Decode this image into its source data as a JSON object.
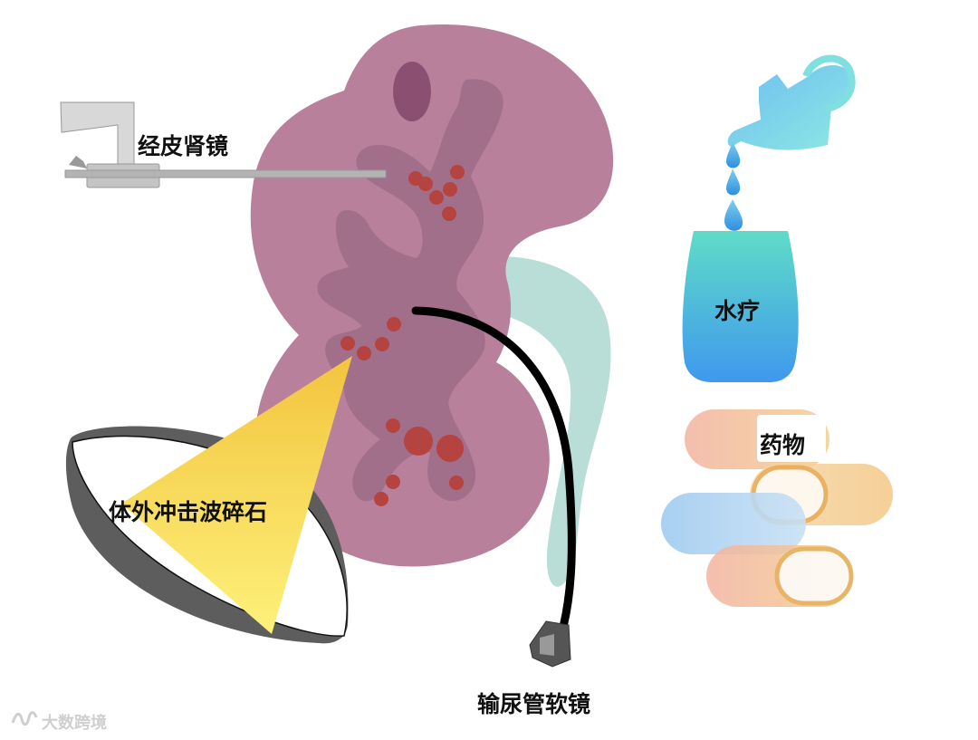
{
  "labels": {
    "pcnl": "经皮肾镜",
    "eswl": "体外冲击波碎石",
    "fure": "输尿管软镜",
    "hydrotherapy": "水疗",
    "medication": "药物"
  },
  "watermark": {
    "text": "大数跨境",
    "icon": "wave-logo-icon"
  },
  "colors": {
    "kidney": "#b9809c",
    "kidney_cavity": "#9b6a86",
    "ureter": "#b5dcd6",
    "stones": "#b5433f",
    "scope_rod": "#b3b3b3",
    "flexible_scope": "#000000",
    "shock_cone": "#f7d453",
    "dish_shell": "#5d5d5d",
    "water_drop": "#47a7e8",
    "cup_top": "#5fd3c5",
    "cup_bottom": "#3f9be8"
  }
}
